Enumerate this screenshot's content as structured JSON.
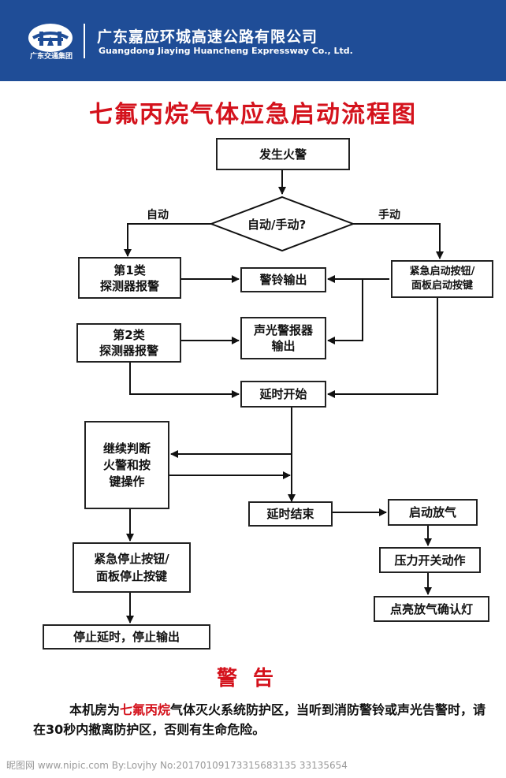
{
  "header": {
    "logo_caption": "广东交通集团",
    "company_cn": "广东嘉应环城高速公路有限公司",
    "company_en": "Guangdong Jiaying Huancheng Expressway Co., Ltd.",
    "bg_color": "#1f4d97"
  },
  "title": "七氟丙烷气体应急启动流程图",
  "flow": {
    "fire_alarm": "发生火警",
    "decision": "自动/手动?",
    "auto_label": "自动",
    "manual_label": "手动",
    "detector1": "第1类\n探测器报警",
    "bell_output": "警铃输出",
    "emergency_button": "紧急启动按钮/\n面板启动按键",
    "detector2": "第2类\n探测器报警",
    "sound_light": "声光警报器\n输出",
    "delay_start": "延时开始",
    "continue_judge": "继续判断\n火警和按\n键操作",
    "delay_end": "延时结束",
    "start_release": "启动放气",
    "emergency_stop": "紧急停止按钮/\n面板停止按键",
    "pressure_switch": "压力开关动作",
    "stop_delay": "停止延时，停止输出",
    "confirm_light": "点亮放气确认灯"
  },
  "warning": {
    "title": "警告",
    "text_before": "本机房为",
    "text_highlight": "七氟丙烷",
    "text_after": "气体灭火系统防护区，当听到消防警铃或声光告警时，请在30秒内撤离防护区，否则有生命危险。"
  },
  "watermark": "昵图网 www.nipic.com  By:Lovjhy  No:20170109173315683135  33135654",
  "colors": {
    "accent_red": "#d4121c",
    "header_blue": "#1f4d97"
  }
}
